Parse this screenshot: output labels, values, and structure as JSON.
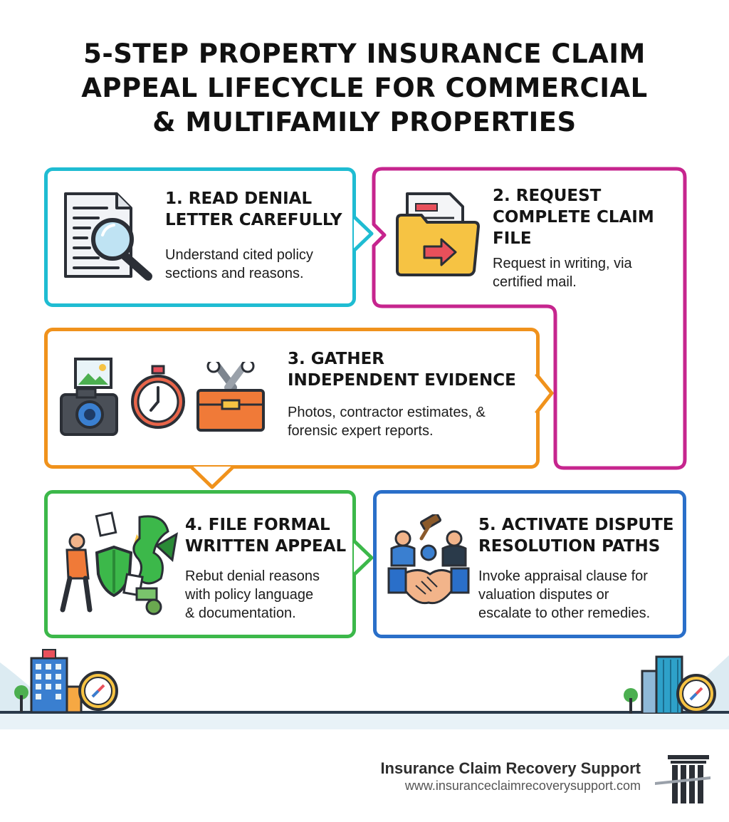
{
  "title": {
    "line1": "5-STEP PROPERTY INSURANCE CLAIM",
    "line2": "APPEAL LIFECYCLE FOR COMMERCIAL",
    "line3": "& MULTIFAMILY PROPERTIES"
  },
  "steps": [
    {
      "heading_lines": [
        "1. READ DENIAL",
        "LETTER CAREFULLY"
      ],
      "desc_lines": [
        "Understand cited policy",
        "sections and reasons."
      ],
      "color": "#1fbcd2",
      "icon": "document-magnifier-icon"
    },
    {
      "heading_lines": [
        "2. REQUEST",
        "COMPLETE CLAIM",
        "FILE"
      ],
      "desc_lines": [
        "Request in writing, via",
        "certified mail."
      ],
      "color": "#c6258e",
      "icon": "folder-arrow-icon"
    },
    {
      "heading_lines": [
        "3. GATHER",
        "INDEPENDENT EVIDENCE"
      ],
      "desc_lines": [
        "Photos, contractor estimates, &",
        "forensic expert reports."
      ],
      "color": "#f0921c",
      "icons": [
        "camera-icon",
        "stopwatch-icon",
        "toolbox-icon"
      ]
    },
    {
      "heading_lines": [
        "4. FILE FORMAL",
        "WRITTEN APPEAL"
      ],
      "desc_lines": [
        "Rebut denial reasons",
        "with policy language",
        "& documentation."
      ],
      "color": "#3cb84a",
      "icon": "person-shield-dragon-icon"
    },
    {
      "heading_lines": [
        "5. ACTIVATE DISPUTE",
        "RESOLUTION PATHS"
      ],
      "desc_lines": [
        "Invoke appraisal clause for",
        "valuation disputes or",
        "escalate to other remedies."
      ],
      "color": "#2a6fc9",
      "icon": "handshake-gavel-icon"
    }
  ],
  "footer": {
    "company": "Insurance Claim Recovery Support",
    "url": "www.insuranceclaimrecoverysupport.com",
    "logo_icon": "pillar-logo-icon"
  }
}
